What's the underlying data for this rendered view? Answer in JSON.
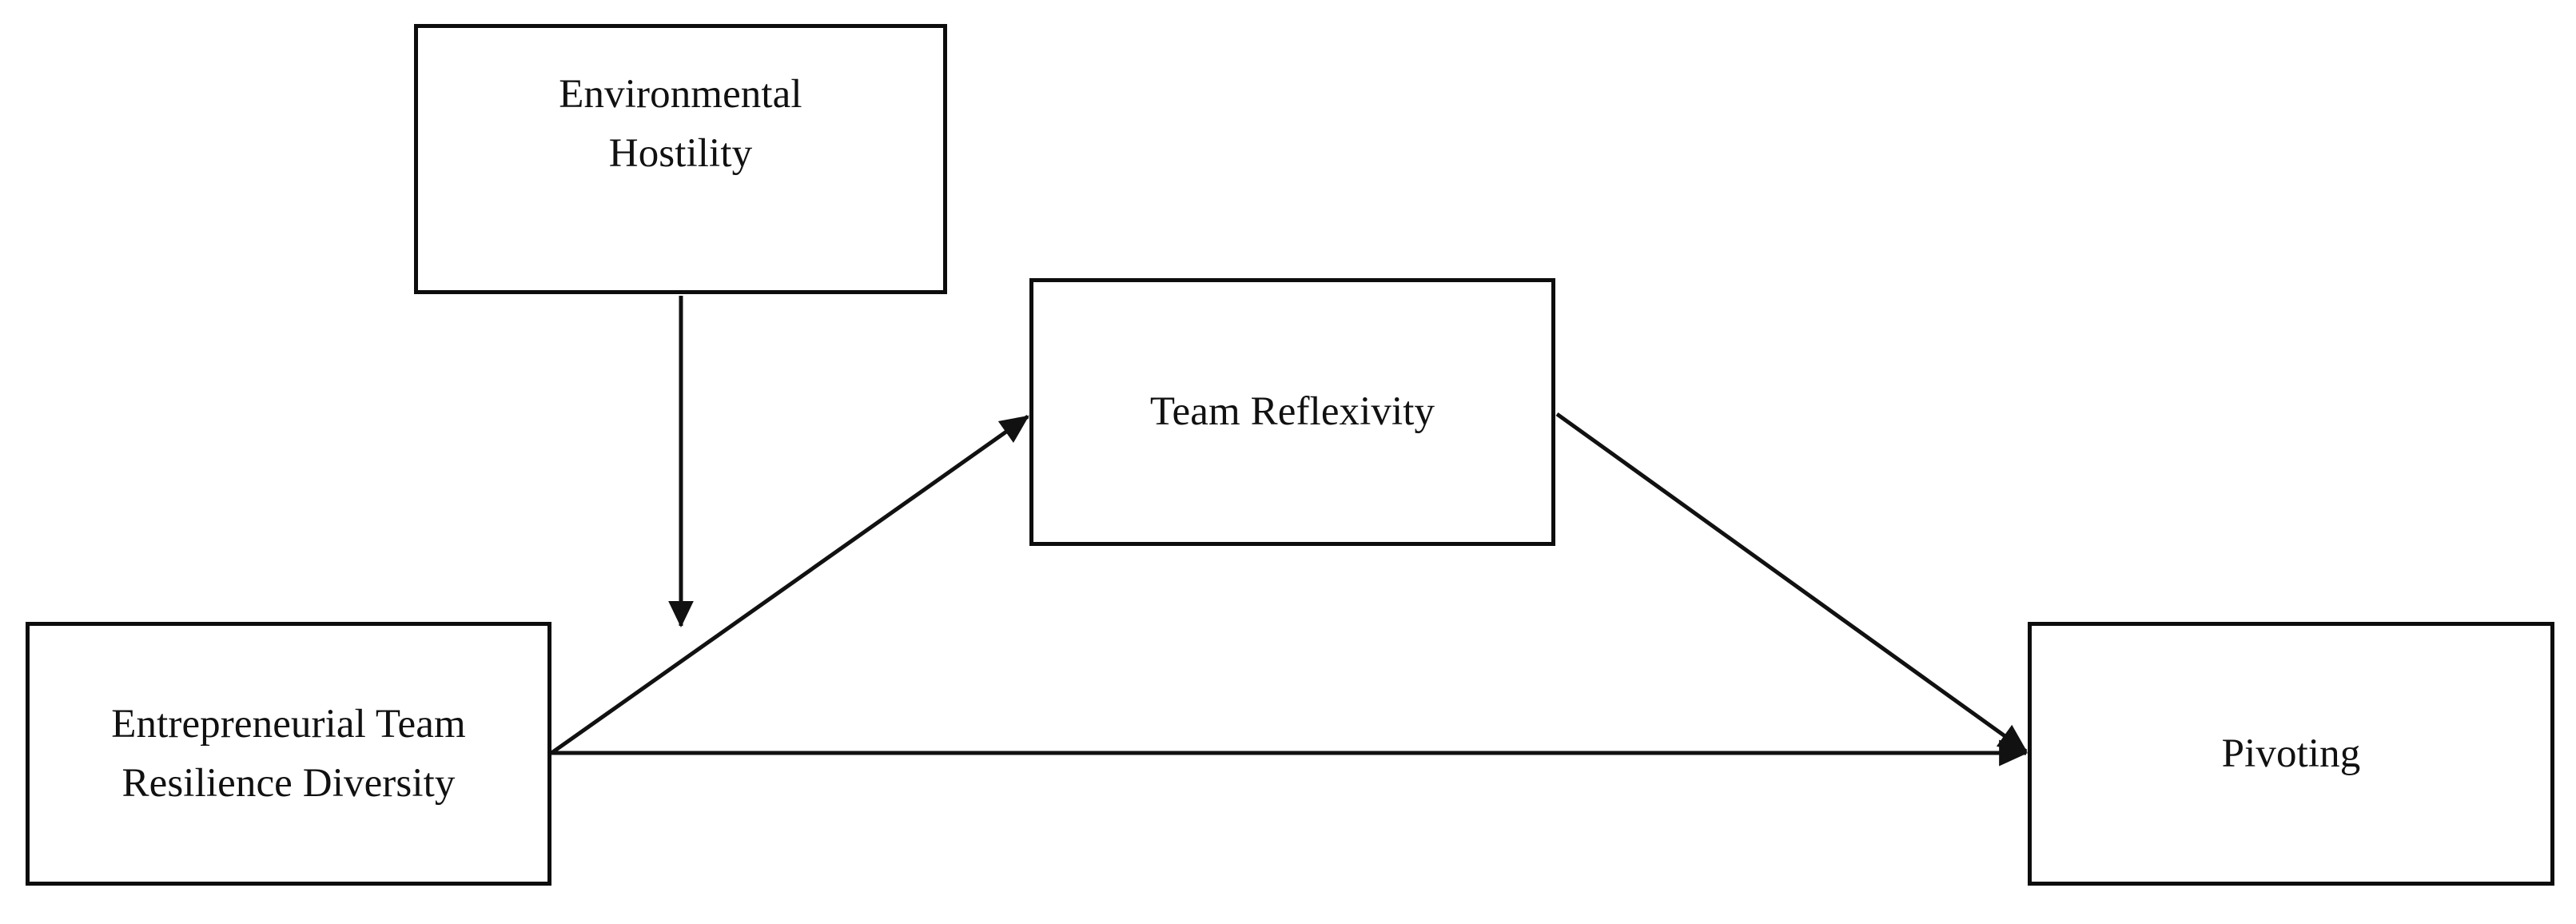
{
  "diagram": {
    "type": "conceptual-model",
    "background_color": "#ffffff",
    "line_color": "#111111",
    "box_border_color": "#0d0d0d",
    "nodes": [
      {
        "id": "environmental-hostility",
        "label": "Environmental\nHostility",
        "role": "moderator"
      },
      {
        "id": "team-reflexivity",
        "label": "Team Reflexivity",
        "role": "mediator"
      },
      {
        "id": "entrepreneurial-team-resilience-diversity",
        "label": "Entrepreneurial Team\nResilience Diversity",
        "role": "independent-variable"
      },
      {
        "id": "pivoting",
        "label": "Pivoting",
        "role": "dependent-variable"
      }
    ],
    "edges": [
      {
        "id": "environmental-hostility-to-path",
        "from": "environmental-hostility",
        "to": "etrd-to-team-reflexivity-path",
        "shape": "vertical",
        "label": ""
      },
      {
        "id": "etrd-to-team-reflexivity",
        "from": "entrepreneurial-team-resilience-diversity",
        "to": "team-reflexivity",
        "shape": "diagonal-up",
        "label": ""
      },
      {
        "id": "etrd-to-pivoting",
        "from": "entrepreneurial-team-resilience-diversity",
        "to": "pivoting",
        "shape": "horizontal",
        "label": ""
      },
      {
        "id": "team-reflexivity-to-pivoting",
        "from": "team-reflexivity",
        "to": "pivoting",
        "shape": "diagonal-down",
        "label": ""
      }
    ]
  }
}
